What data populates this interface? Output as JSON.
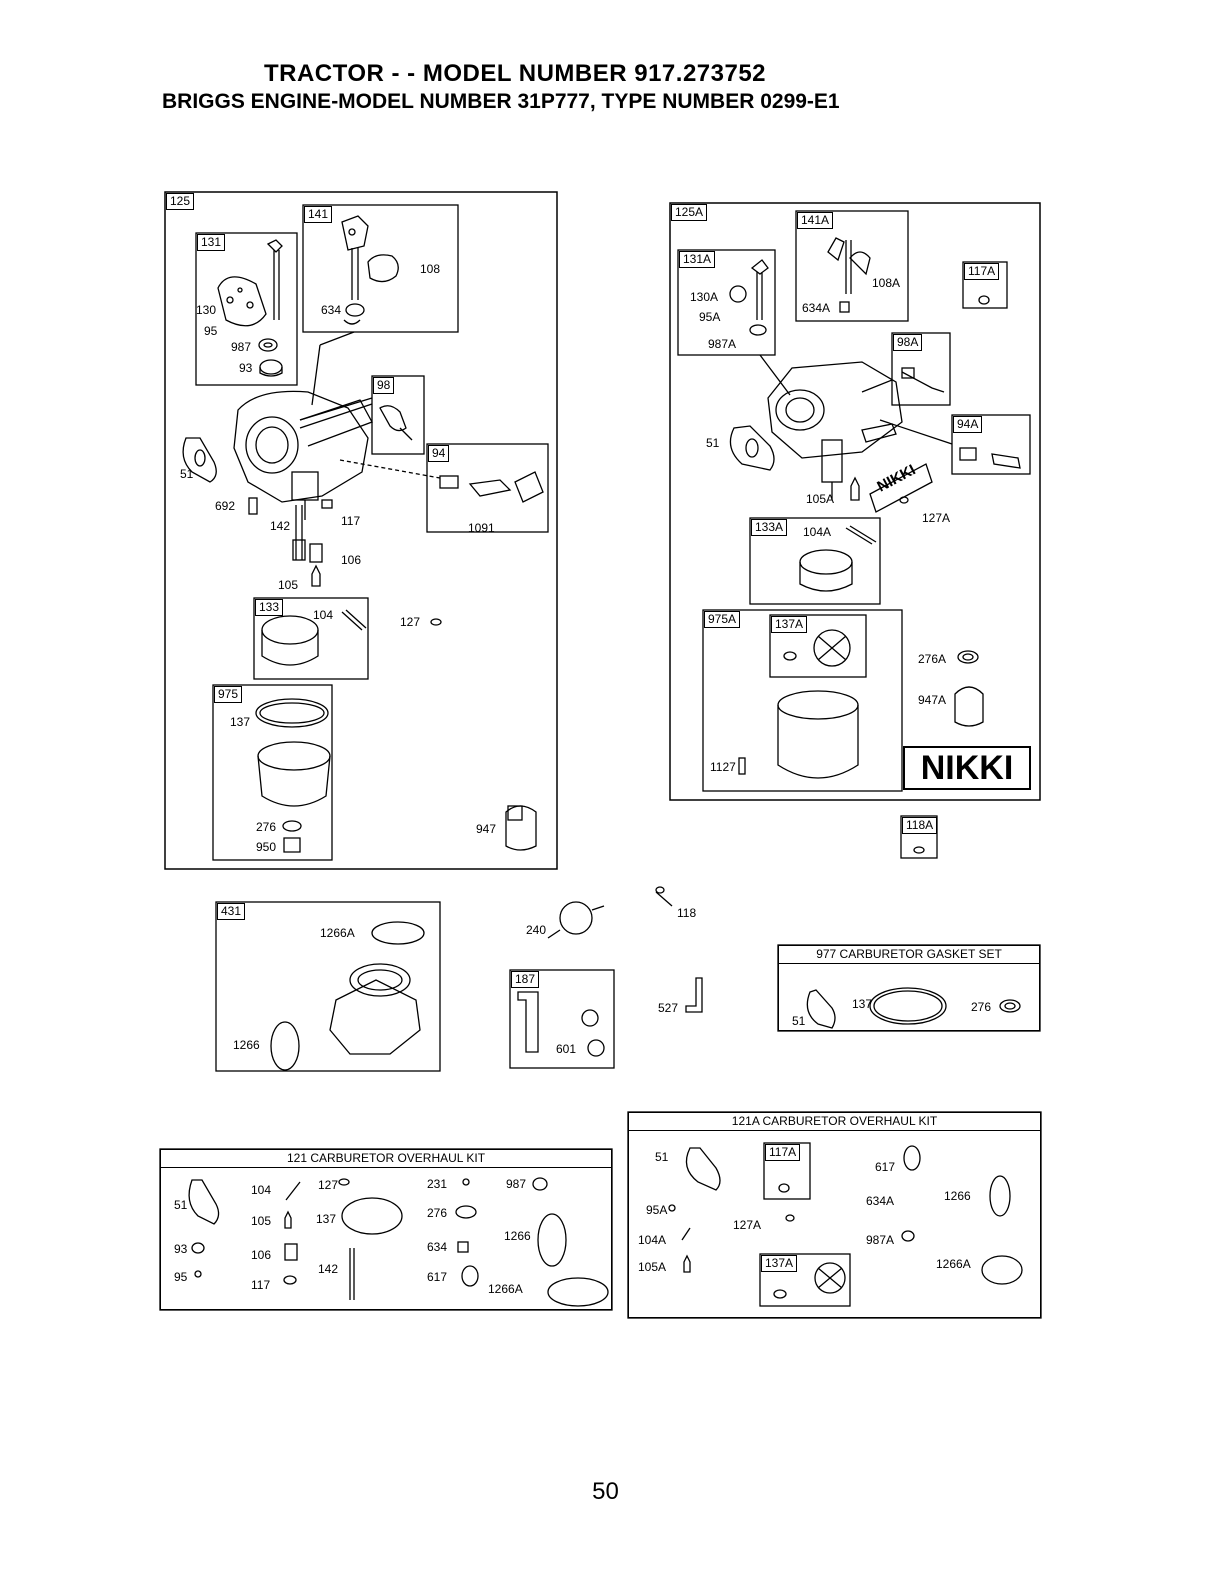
{
  "title": "TRACTOR - - MODEL NUMBER  917.273752",
  "subtitle": "BRIGGS ENGINE-MODEL NUMBER 31P777, TYPE NUMBER 0299-E1",
  "page_number": "50",
  "nikki_logo": "NIKKI",
  "nikki_decal": "NIKKI",
  "kits": {
    "k977": "977 CARBURETOR GASKET SET",
    "k121": "121 CARBURETOR OVERHAUL KIT",
    "k121a": "121A CARBURETOR OVERHAUL KIT"
  },
  "parts": [
    {
      "id": "b125",
      "text": "125"
    },
    {
      "id": "b131",
      "text": "131"
    },
    {
      "id": "b141",
      "text": "141"
    },
    {
      "id": "p108",
      "text": "108"
    },
    {
      "id": "p130",
      "text": "130"
    },
    {
      "id": "p95",
      "text": "95"
    },
    {
      "id": "p987",
      "text": "987"
    },
    {
      "id": "p93",
      "text": "93"
    },
    {
      "id": "p634",
      "text": "634"
    },
    {
      "id": "b98",
      "text": "98"
    },
    {
      "id": "b94",
      "text": "94"
    },
    {
      "id": "p51",
      "text": "51"
    },
    {
      "id": "p692",
      "text": "692"
    },
    {
      "id": "p142",
      "text": "142"
    },
    {
      "id": "p117",
      "text": "117"
    },
    {
      "id": "p1091",
      "text": "1091"
    },
    {
      "id": "p106",
      "text": "106"
    },
    {
      "id": "p105",
      "text": "105"
    },
    {
      "id": "b133",
      "text": "133"
    },
    {
      "id": "p104",
      "text": "104"
    },
    {
      "id": "p127",
      "text": "127"
    },
    {
      "id": "b975",
      "text": "975"
    },
    {
      "id": "p137",
      "text": "137"
    },
    {
      "id": "p276",
      "text": "276"
    },
    {
      "id": "p950",
      "text": "950"
    },
    {
      "id": "p947",
      "text": "947"
    },
    {
      "id": "b125a",
      "text": "125A"
    },
    {
      "id": "b131a",
      "text": "131A"
    },
    {
      "id": "b141a",
      "text": "141A"
    },
    {
      "id": "p108a",
      "text": "108A"
    },
    {
      "id": "b117a",
      "text": "117A"
    },
    {
      "id": "p130a",
      "text": "130A"
    },
    {
      "id": "p95a",
      "text": "95A"
    },
    {
      "id": "p987a",
      "text": "987A"
    },
    {
      "id": "p634a",
      "text": "634A"
    },
    {
      "id": "b98a",
      "text": "98A"
    },
    {
      "id": "b94a",
      "text": "94A"
    },
    {
      "id": "p51r",
      "text": "51"
    },
    {
      "id": "p105a",
      "text": "105A"
    },
    {
      "id": "p127a",
      "text": "127A"
    },
    {
      "id": "b133a",
      "text": "133A"
    },
    {
      "id": "p104a",
      "text": "104A"
    },
    {
      "id": "b975a",
      "text": "975A"
    },
    {
      "id": "b137a",
      "text": "137A"
    },
    {
      "id": "p276a",
      "text": "276A"
    },
    {
      "id": "p947a",
      "text": "947A"
    },
    {
      "id": "p1127",
      "text": "1127"
    },
    {
      "id": "b118a",
      "text": "118A"
    },
    {
      "id": "p118",
      "text": "118"
    },
    {
      "id": "p240",
      "text": "240"
    },
    {
      "id": "b431",
      "text": "431"
    },
    {
      "id": "p1266a",
      "text": "1266A"
    },
    {
      "id": "p1266",
      "text": "1266"
    },
    {
      "id": "b187",
      "text": "187"
    },
    {
      "id": "p601",
      "text": "601"
    },
    {
      "id": "p527",
      "text": "527"
    },
    {
      "id": "g51",
      "text": "51"
    },
    {
      "id": "g137",
      "text": "137"
    },
    {
      "id": "g276",
      "text": "276"
    },
    {
      "id": "k51",
      "text": "51"
    },
    {
      "id": "k93",
      "text": "93"
    },
    {
      "id": "k95",
      "text": "95"
    },
    {
      "id": "k104",
      "text": "104"
    },
    {
      "id": "k105",
      "text": "105"
    },
    {
      "id": "k106",
      "text": "106"
    },
    {
      "id": "k117",
      "text": "117"
    },
    {
      "id": "k127",
      "text": "127"
    },
    {
      "id": "k137",
      "text": "137"
    },
    {
      "id": "k142",
      "text": "142"
    },
    {
      "id": "k231",
      "text": "231"
    },
    {
      "id": "k276",
      "text": "276"
    },
    {
      "id": "k634",
      "text": "634"
    },
    {
      "id": "k617",
      "text": "617"
    },
    {
      "id": "k987",
      "text": "987"
    },
    {
      "id": "k1266",
      "text": "1266"
    },
    {
      "id": "k1266a",
      "text": "1266A"
    },
    {
      "id": "m51",
      "text": "51"
    },
    {
      "id": "m117a",
      "text": "117A"
    },
    {
      "id": "m617",
      "text": "617"
    },
    {
      "id": "m95a",
      "text": "95A"
    },
    {
      "id": "m634a",
      "text": "634A"
    },
    {
      "id": "m1266",
      "text": "1266"
    },
    {
      "id": "m127a",
      "text": "127A"
    },
    {
      "id": "m104a",
      "text": "104A"
    },
    {
      "id": "m987a",
      "text": "987A"
    },
    {
      "id": "m105a",
      "text": "105A"
    },
    {
      "id": "m137a",
      "text": "137A"
    },
    {
      "id": "m1266a",
      "text": "1266A"
    }
  ]
}
